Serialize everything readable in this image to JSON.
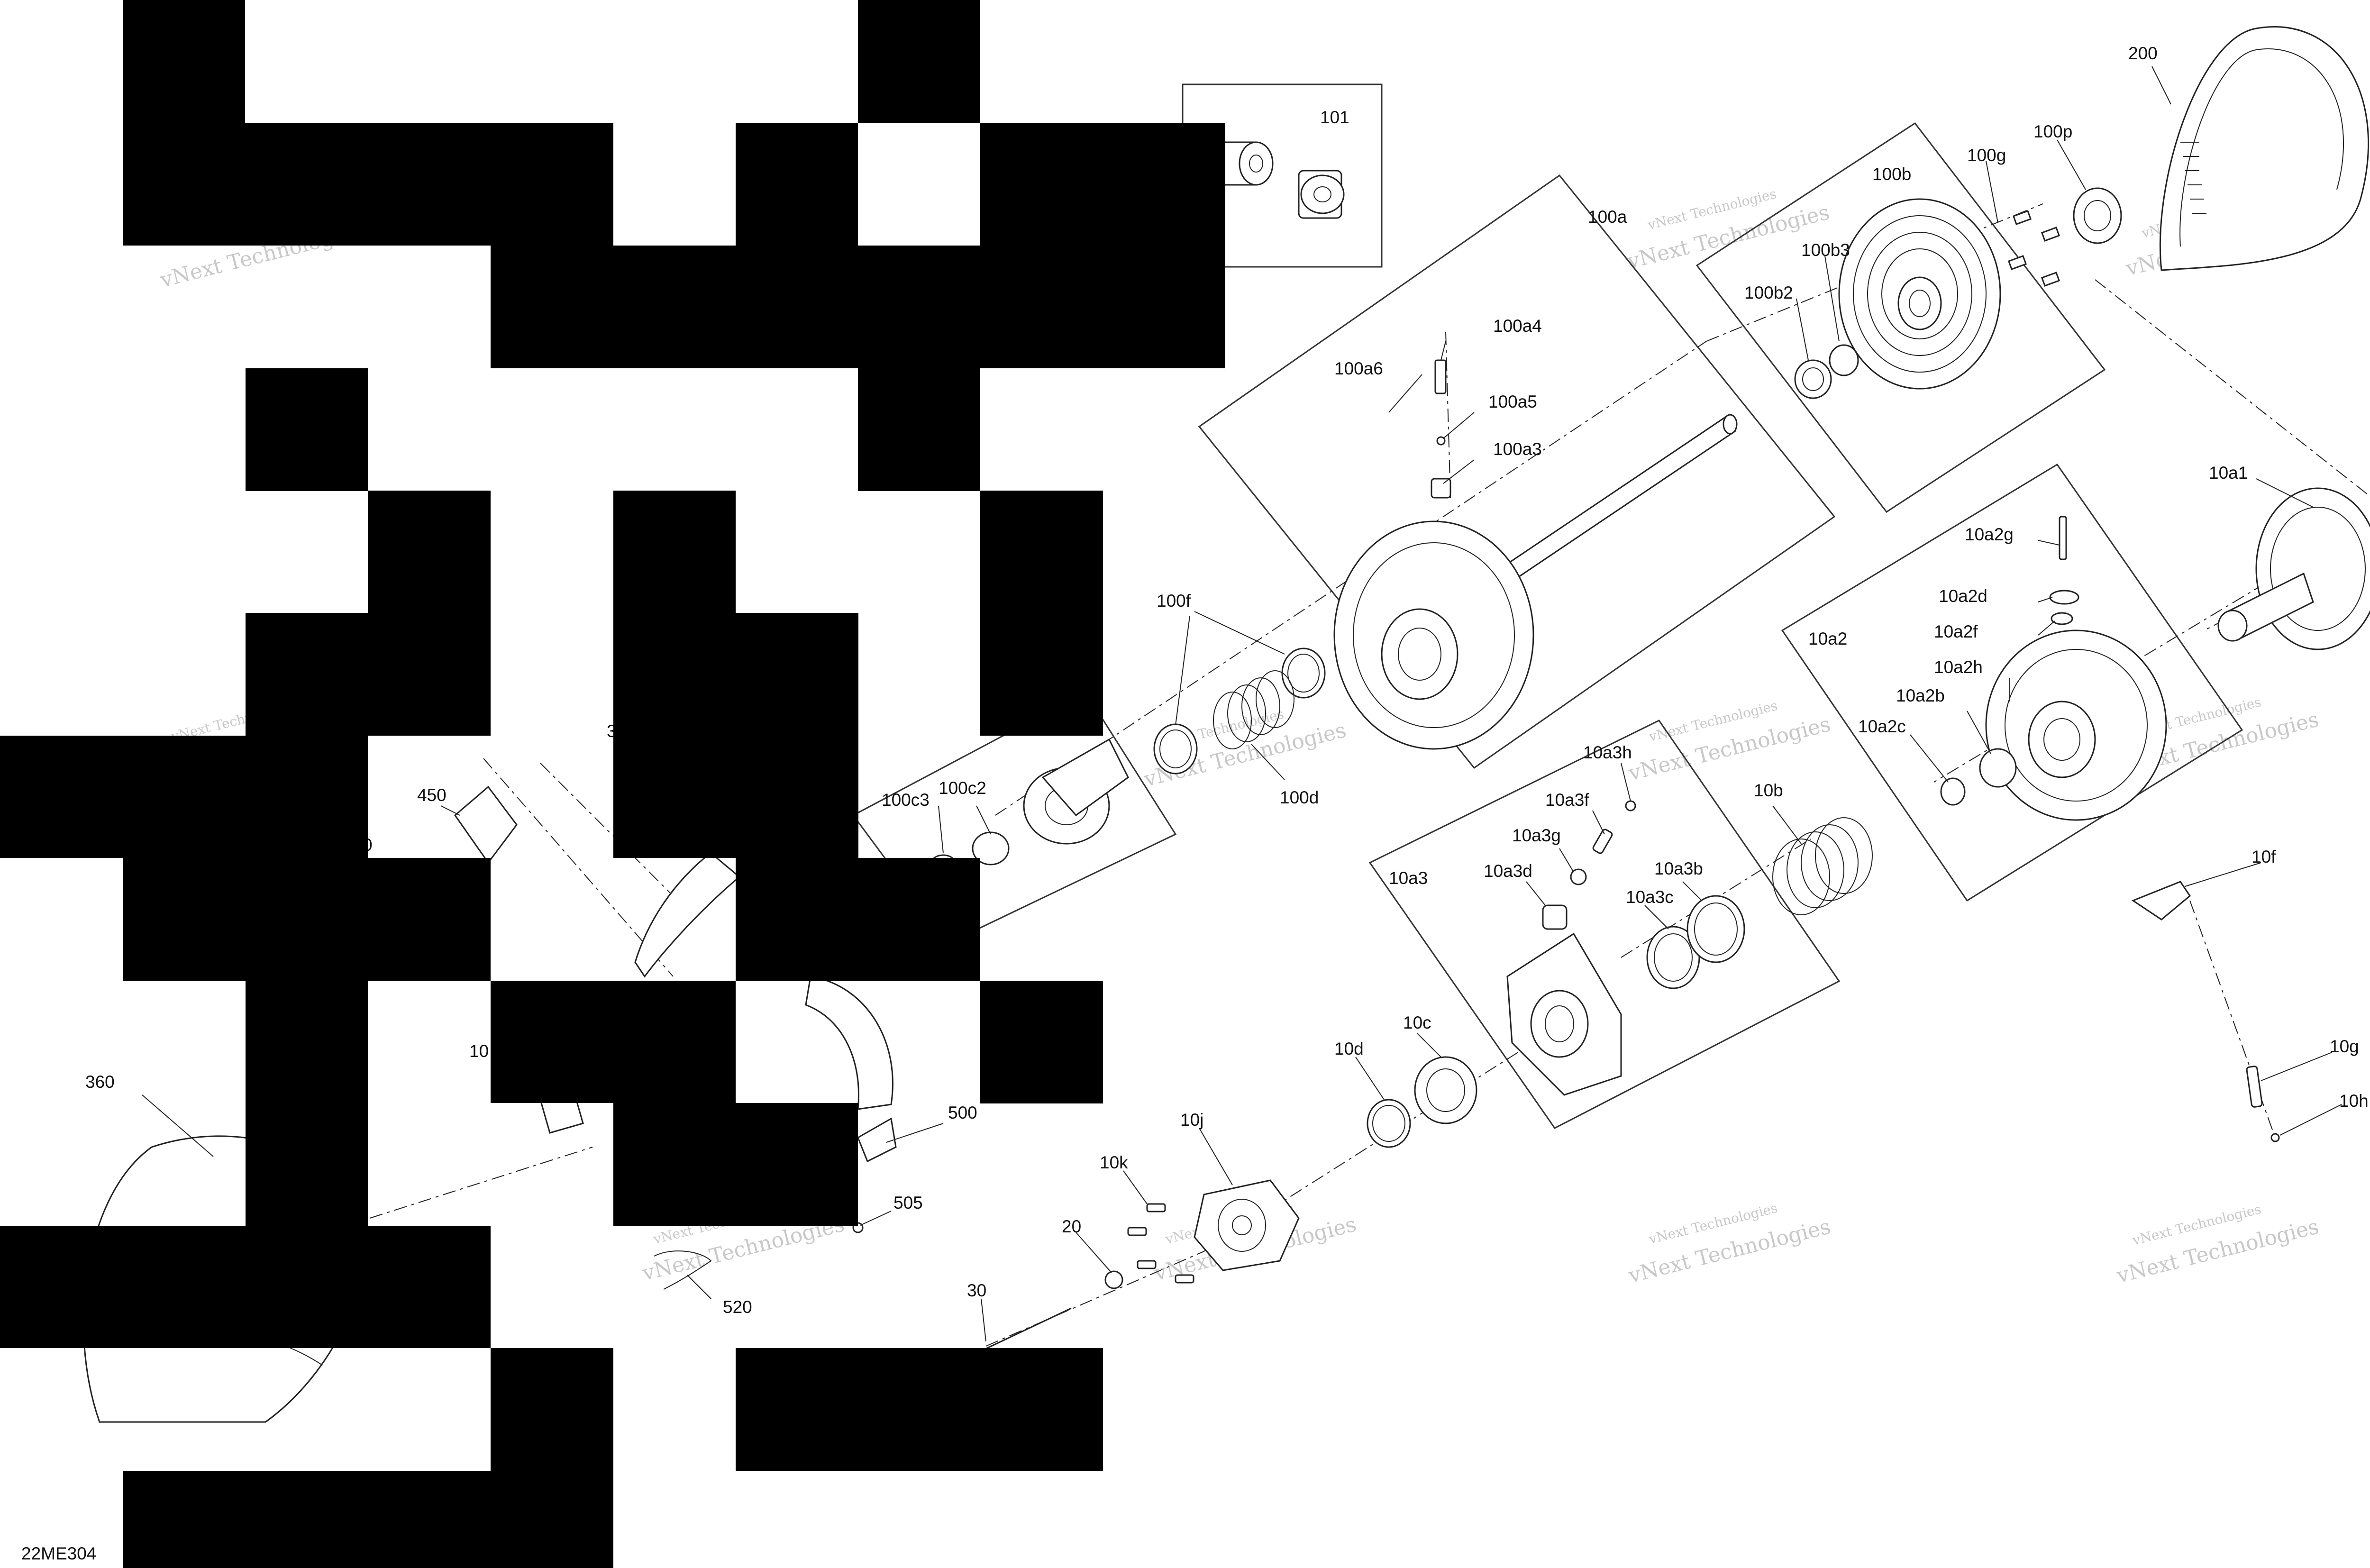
{
  "drawing_code": "22ME304",
  "watermark_text": "vNext Technologies",
  "callouts": {
    "c101": "101",
    "c200": "200",
    "c100a": "100a",
    "c100b": "100b",
    "c100g": "100g",
    "c100p": "100p",
    "c100b3": "100b3",
    "c100b2": "100b2",
    "c100a4": "100a4",
    "c100a6": "100a6",
    "c100a5": "100a5",
    "c100a3": "100a3",
    "c100f": "100f",
    "c100d": "100d",
    "c100c3": "100c3",
    "c100c2": "100c2",
    "c10a1": "10a1",
    "c10a2g": "10a2g",
    "c10a2d": "10a2d",
    "c10a2f": "10a2f",
    "c10a2": "10a2",
    "c10a2h": "10a2h",
    "c10a2b": "10a2b",
    "c10a2c": "10a2c",
    "c10a3h": "10a3h",
    "c10a3f": "10a3f",
    "c10a3g": "10a3g",
    "c10a3d": "10a3d",
    "c10a3": "10a3",
    "c10a3b": "10a3b",
    "c10a3c": "10a3c",
    "c10b": "10b",
    "c10f": "10f",
    "c10g": "10g",
    "c10h": "10h",
    "c10d": "10d",
    "c10c": "10c",
    "c10j": "10j",
    "c10k": "10k",
    "c20": "20",
    "c30": "30",
    "c450": "450",
    "c360": "360",
    "c500": "500",
    "c505": "505",
    "c520": "520",
    "c10_partial": "10",
    "c3_partial": "3",
    "c0_partial": "0"
  }
}
